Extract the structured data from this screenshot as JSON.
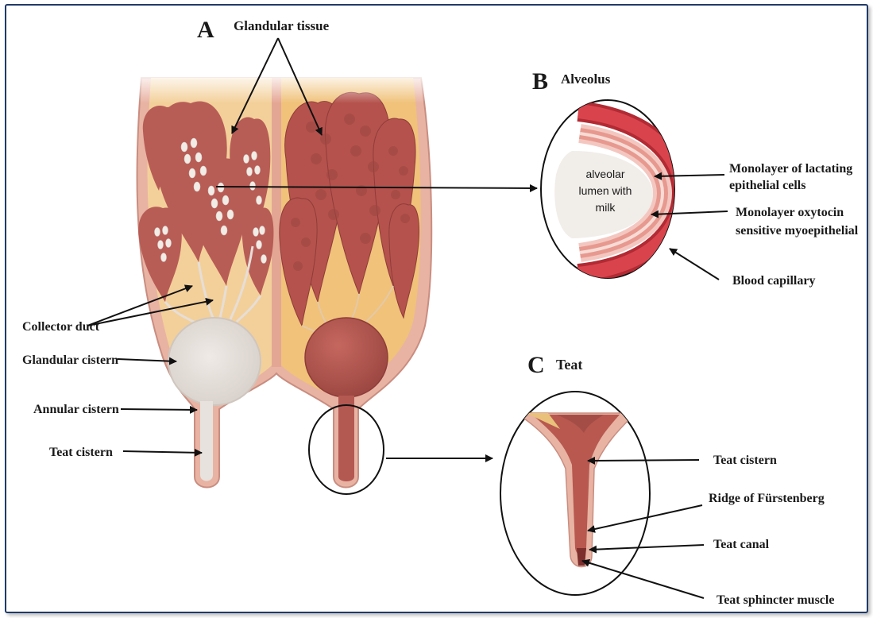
{
  "panels": {
    "a": {
      "letter": "A",
      "title": "Glandular tissue"
    },
    "b": {
      "letter": "B",
      "title": "Alveolus"
    },
    "c": {
      "letter": "C",
      "title": "Teat"
    }
  },
  "labels": {
    "collector_duct": "Collector duct",
    "glandular_cistern": "Glandular cistern",
    "annular_cistern": "Annular cistern",
    "teat_cistern_left": "Teat cistern",
    "alveolar_lumen": [
      "alveolar",
      "lumen with",
      "milk"
    ],
    "monolayer_lactating": [
      "Monolayer of lactating",
      "epithelial cells"
    ],
    "monolayer_oxytocin": [
      "Monolayer oxytocin",
      "sensitive myoepithelial"
    ],
    "blood_capillary": "Blood capillary",
    "teat_cistern_right": "Teat cistern",
    "ridge": "Ridge of Fürstenberg",
    "teat_canal": "Teat canal",
    "teat_sphincter": "Teat sphincter muscle"
  },
  "colors": {
    "frame_border": "#1f3a68",
    "udder_skin": "#e8b3a3",
    "udder_fat": "#f3d09a",
    "glandular": "#b85c56",
    "glandular_dark": "#8f3c39",
    "milk": "#e7e2dd",
    "capillary": "#c8323a",
    "arrow": "#111111"
  }
}
